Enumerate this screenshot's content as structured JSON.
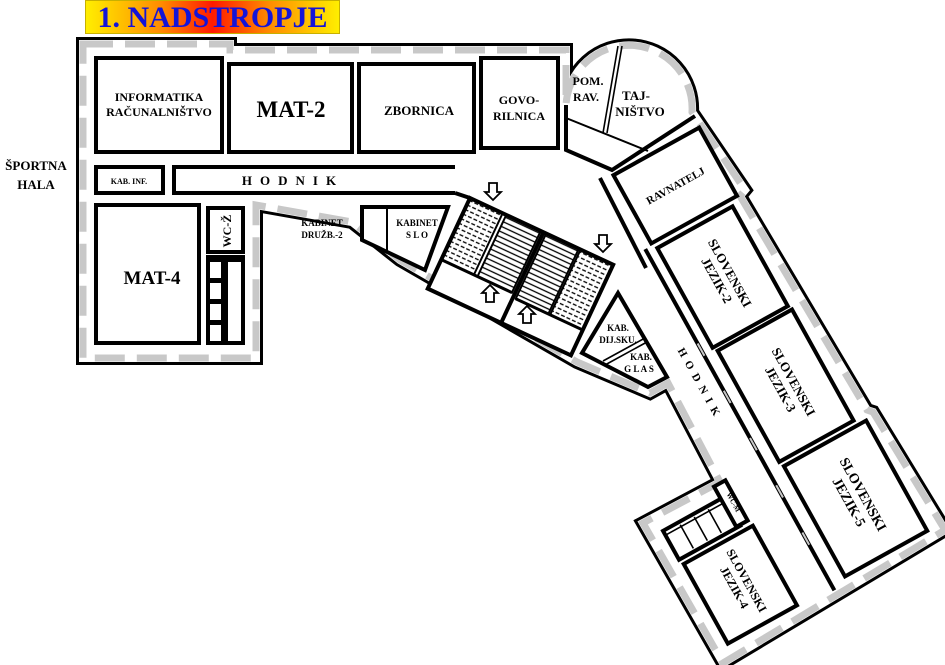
{
  "title": "1. NADSTROPJE",
  "outside": {
    "line1": "ŠPORTNA",
    "line2": "HALA"
  },
  "rooms": {
    "informatika": [
      "INFORMATIKA",
      "RAČUNALNIŠTVO"
    ],
    "mat2": "MAT-2",
    "zbornica": "ZBORNICA",
    "govorilnica": [
      "GOVO-",
      "RILNICA"
    ],
    "pom_rav": [
      "POM.",
      "RAV."
    ],
    "tajnistvo": [
      "TAJ-",
      "NIŠTVO"
    ],
    "kab_inf": "KAB. INF.",
    "hodnik": "HODNIK",
    "mat4": "MAT-4",
    "wc_z": "WC-Ž",
    "kabinet_druzb": [
      "KABINET",
      "DRUŽB.-2"
    ],
    "kabinet_slo": [
      "KABINET",
      "S L O"
    ],
    "kab_dij": [
      "KAB.",
      "DIJ.SKU."
    ],
    "kab_glas": [
      "KAB.",
      "G L A S"
    ],
    "hodnik_wing": "HODNIK",
    "ravnatelj": "RAVNATELJ",
    "sj2": [
      "SLOVENSKI",
      "JEZIK-2"
    ],
    "sj3": [
      "SLOVENSKI",
      "JEZIK-3"
    ],
    "sj5": [
      "SLOVENSKI",
      "JEZIK-5"
    ],
    "sj4": [
      "SLOVENSKI",
      "JEZIK-4"
    ],
    "wc_m": "WC-M"
  },
  "colors": {
    "title_text": "#1414d8",
    "window": "#c8c8c8",
    "wall": "#000000"
  }
}
